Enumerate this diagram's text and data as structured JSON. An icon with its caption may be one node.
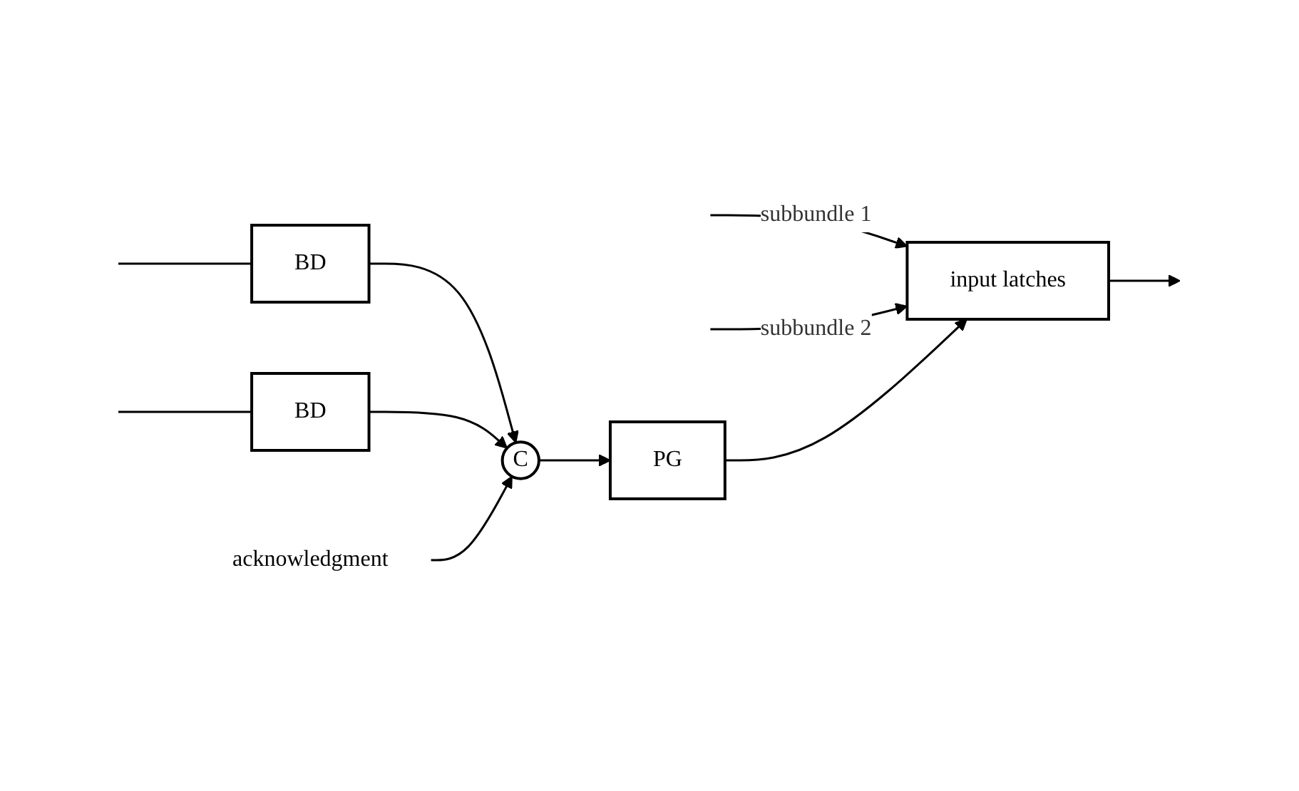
{
  "diagram": {
    "nodes": [
      {
        "text": [
          "input latches"
        ]
      },
      {
        "text": [
          "BD"
        ]
      },
      {
        "text": [
          "BD"
        ]
      },
      {
        "text": [
          "C"
        ]
      },
      {
        "text": [
          "PG"
        ]
      },
      {
        "text": [
          "acknowledgment"
        ]
      }
    ],
    "edges": [
      {
        "from": null,
        "to": 0,
        "arrow": "to",
        "label": "subbundle 1"
      },
      {
        "from": null,
        "to": 0,
        "arrow": "to",
        "label": "subbundle 2"
      },
      {
        "from": 0,
        "to": null,
        "arrow": "to"
      },
      {
        "from": null,
        "to": 1,
        "arrow": "none"
      },
      {
        "from": null,
        "to": 2,
        "arrow": "none"
      },
      {
        "from": 1,
        "to": 3,
        "arrow": "to"
      },
      {
        "from": 2,
        "to": 3,
        "arrow": "to"
      },
      {
        "from": 5,
        "to": 3,
        "arrow": "to"
      },
      {
        "from": 3,
        "to": 4,
        "arrow": "to"
      },
      {
        "from": 4,
        "to": 0,
        "arrow": "to"
      }
    ]
  }
}
